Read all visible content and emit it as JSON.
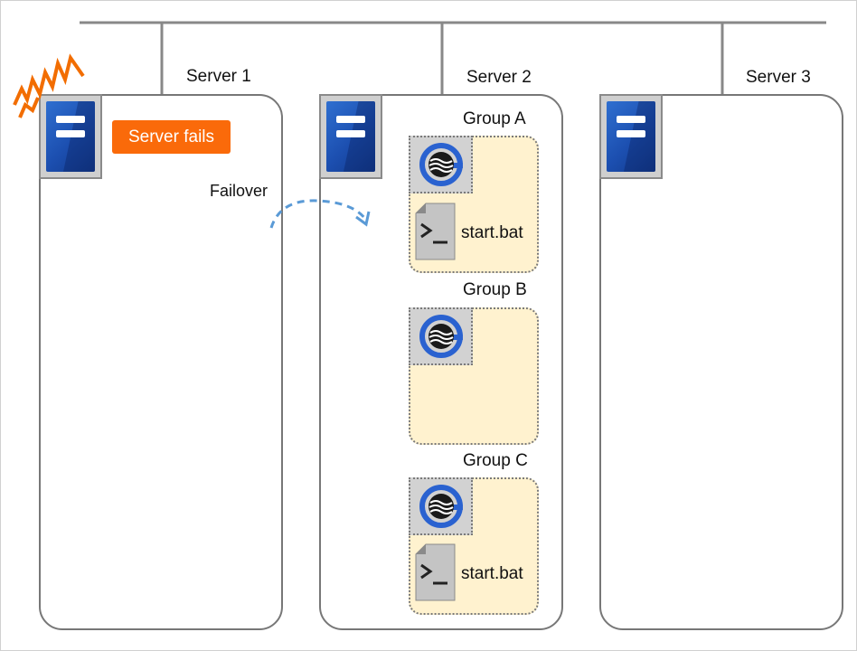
{
  "servers": [
    {
      "name": "Server 1",
      "status_badge": "Server fails"
    },
    {
      "name": "Server 2"
    },
    {
      "name": "Server 3"
    }
  ],
  "failover_label": "Failover",
  "groups": [
    {
      "name": "Group A",
      "resources": [
        "start.bat"
      ]
    },
    {
      "name": "Group B",
      "resources": []
    },
    {
      "name": "Group C",
      "resources": [
        "start.bat"
      ]
    }
  ],
  "colors": {
    "badge": "#fa6a0a",
    "burst": "#f26d00",
    "group_fill": "#fff2cf",
    "server_blue": "#1c4fb0",
    "arrow": "#5a9ad6",
    "line": "#888888"
  },
  "icons": {
    "server": "server-tower-icon",
    "group_resource": "cluster-logo-icon",
    "script": "script-file-icon",
    "failure": "lightning-burst-icon",
    "failover": "curved-arrow-icon"
  }
}
